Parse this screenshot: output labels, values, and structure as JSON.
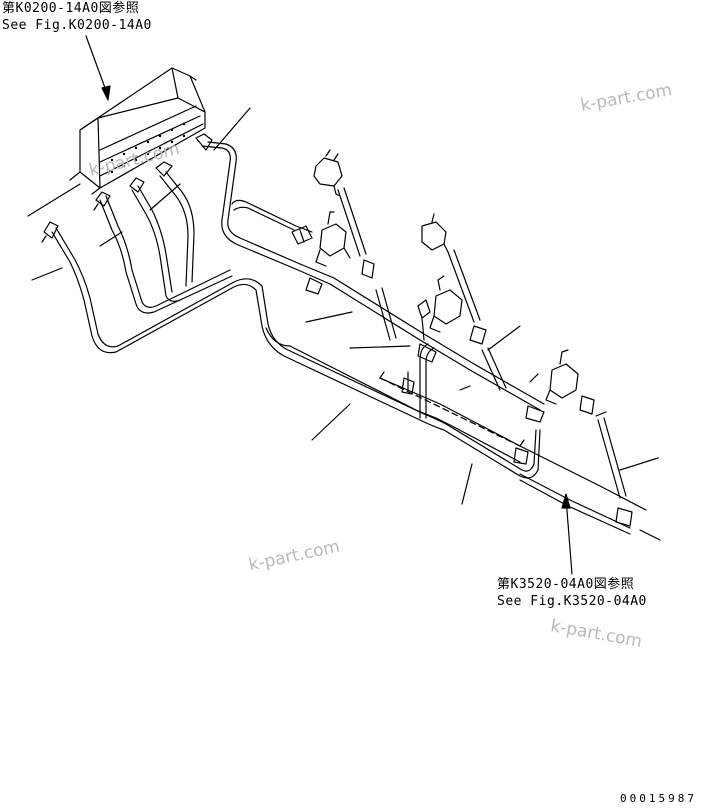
{
  "references": {
    "top": {
      "line_jp": "第K0200-14A0図参照",
      "line_en": "See Fig.K0200-14A0"
    },
    "bottom": {
      "line_jp": "第K3520-04A0図参照",
      "line_en": "See Fig.K3520-04A0"
    }
  },
  "watermarks": [
    "k-part.com",
    "k-part.com",
    "k-part.com",
    "k-part.com"
  ],
  "figure_code": "00015987",
  "colors": {
    "line": "#000000",
    "watermark": "#b9b9b9",
    "background": "#ffffff"
  }
}
